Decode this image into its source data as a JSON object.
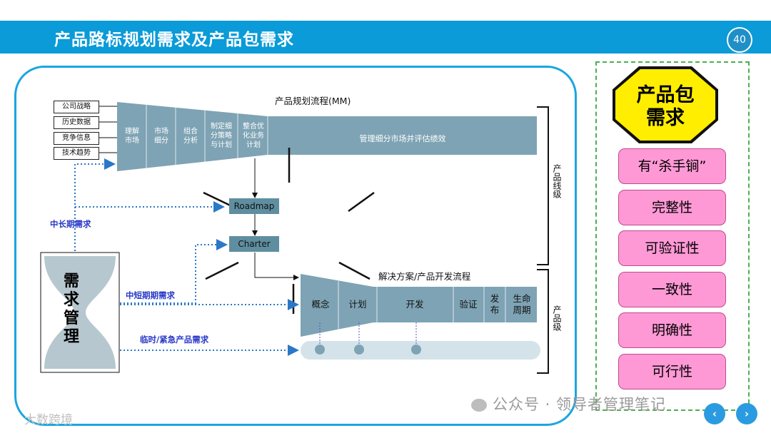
{
  "page": {
    "title": "产品路标规划需求及产品包需求",
    "page_number": "40"
  },
  "inputs": [
    "公司战略",
    "历史数据",
    "竞争信息",
    "技术趋势"
  ],
  "mm_flow": {
    "title": "产品规划流程(MM)",
    "steps": [
      "理解\n市场",
      "市场\n细分",
      "组合\n分析",
      "制定细\n分策略\n与计划",
      "整合优\n化业务\n计划"
    ],
    "long_bar": "管理细分市场并评估绩效"
  },
  "roadmap": "Roadmap",
  "charter": "Charter",
  "demand_management": "需求管理",
  "demand_labels": {
    "long_term": "中长期需求",
    "mid_short": "中短期期需求",
    "temporary": "临时/紧急产品需求"
  },
  "dev_flow": {
    "title": "解决方案/产品开发流程",
    "stages": [
      "概念",
      "计划",
      "开发",
      "验证",
      "发\n布",
      "生命\n周期"
    ]
  },
  "brackets": {
    "product_line": "产品线级",
    "product": "产品级"
  },
  "package": {
    "title": "产品包\n需求",
    "items": [
      "有“杀手锏”",
      "完整性",
      "可验证性",
      "一致性",
      "明确性",
      "可行性"
    ]
  },
  "watermarks": {
    "wechat": "公众号 · 领导者管理笔记",
    "corner": "大数跨境"
  },
  "colors": {
    "header": "#0a9bd8",
    "funnel": "#7ea3b4",
    "package_title_bg": "#ffee00",
    "package_item_bg": "#ff99d6",
    "demand_label": "#2a39c8"
  }
}
